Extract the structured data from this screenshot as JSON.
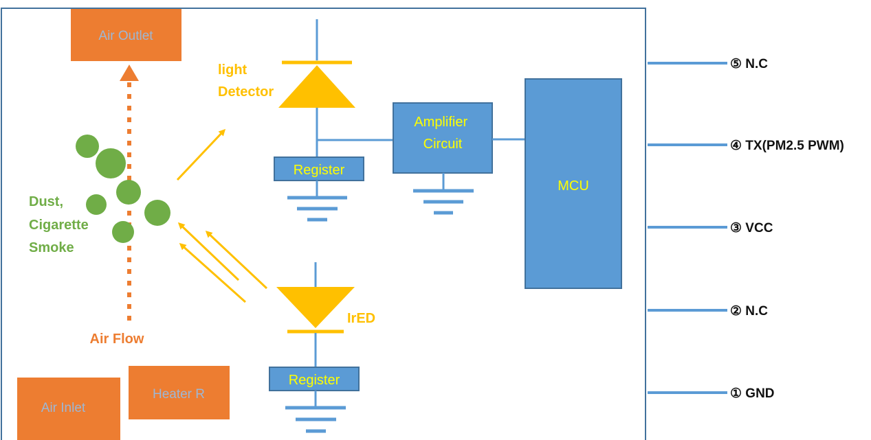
{
  "labels": {
    "air_outlet": "Air Outlet",
    "air_inlet": "Air Inlet",
    "heater": "Heater R",
    "light_detector_line1": "light",
    "light_detector_line2": "Detector",
    "dust_line1": "Dust,",
    "dust_line2": "Cigarette",
    "dust_line3": "Smoke",
    "air_flow": "Air Flow",
    "register_top": "Register",
    "register_bottom": "Register",
    "amplifier_line1": "Amplifier",
    "amplifier_line2": "Circuit",
    "mcu": "MCU",
    "ired": "IrED"
  },
  "pins": [
    {
      "label": "⑤ N.C"
    },
    {
      "label": "④ TX(PM2.5 PWM)"
    },
    {
      "label": "③ VCC"
    },
    {
      "label": "② N.C"
    },
    {
      "label": "① GND"
    }
  ],
  "colors": {
    "orange": "#ED7D31",
    "blue_box": "#5B9BD5",
    "box_border": "#41719C",
    "yellow": "#FFC000",
    "green": "#70AD47",
    "register_text": "#FFFF00",
    "frame": "#41719C"
  }
}
